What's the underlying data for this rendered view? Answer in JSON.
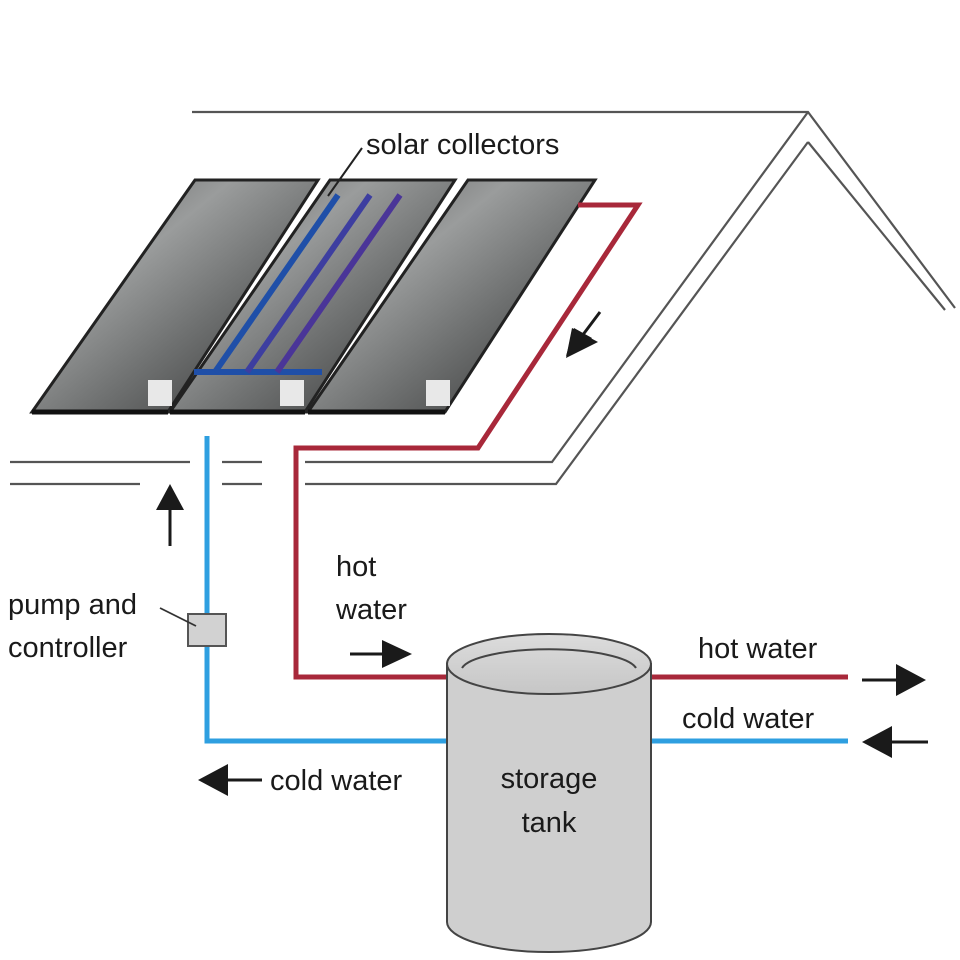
{
  "labels": {
    "solar_collectors": "solar collectors",
    "pump_controller_line1": "pump and",
    "pump_controller_line2": "controller",
    "hot_water_left_line1": "hot",
    "hot_water_left_line2": "water",
    "hot_water_right": "hot water",
    "cold_water_right": "cold water",
    "cold_water_bottom": "cold water",
    "tank_line1": "storage",
    "tank_line2": "tank"
  },
  "colors": {
    "hot_pipe": "#a8283a",
    "cold_pipe": "#2e9fe0",
    "collector_pipe_blue": "#1f4fa8",
    "collector_pipe_purple": "#5b2e8a",
    "tank_fill": "#cfcfcf",
    "roof_line": "#555555",
    "arrow": "#1a1a1a"
  }
}
